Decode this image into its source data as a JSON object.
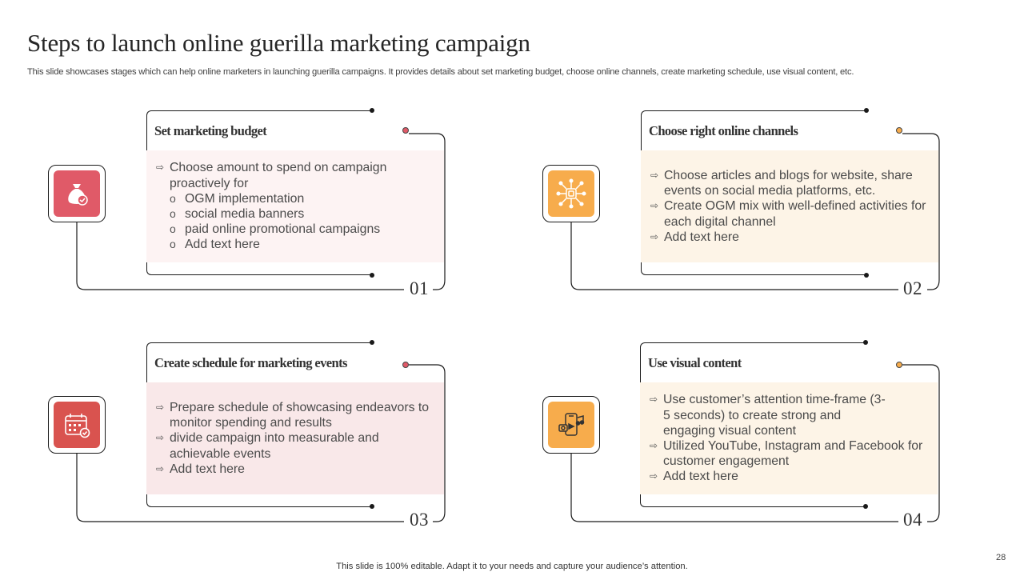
{
  "title": "Steps to launch online guerilla marketing campaign",
  "subtitle": "This slide showcases stages which can help online marketers in launching guerilla campaigns. It provides details about set marketing budget, choose online channels, create marketing schedule, use visual content, etc.",
  "colors": {
    "red_accent": "#e05a68",
    "orange_accent": "#f7ac4c",
    "red_tile": "#d9534f",
    "line": "#1a1a1a"
  },
  "steps": [
    {
      "number": "01",
      "heading": "Set marketing budget",
      "icon": "money-bag-icon",
      "bullets": [
        "Choose amount to spend on campaign proactively for"
      ],
      "sub_items": [
        "OGM implementation",
        "social media banners",
        "paid online promotional campaigns",
        "Add text here"
      ]
    },
    {
      "number": "02",
      "heading": "Choose right online channels",
      "icon": "network-hub-icon",
      "bullets": [
        "Choose articles and blogs for website, share events on social media platforms, etc.",
        "Create OGM mix with well-defined activities for each digital channel",
        "Add text here"
      ]
    },
    {
      "number": "03",
      "heading": "Create schedule for marketing events",
      "icon": "calendar-icon",
      "bullets": [
        "Prepare schedule of showcasing endeavors to monitor spending and results",
        "divide campaign into measurable and achievable events",
        "Add text here"
      ]
    },
    {
      "number": "04",
      "heading": "Use visual content",
      "icon": "smartphone-media-icon",
      "bullets": [
        "Use customer’s attention time-frame (3-5 seconds) to create strong and engaging visual content",
        "Utilized YouTube, Instagram and Facebook for customer engagement",
        "Add text here"
      ]
    }
  ],
  "footer": "This slide is 100% editable. Adapt it to your needs and capture your audience’s attention.",
  "page_number": "28"
}
